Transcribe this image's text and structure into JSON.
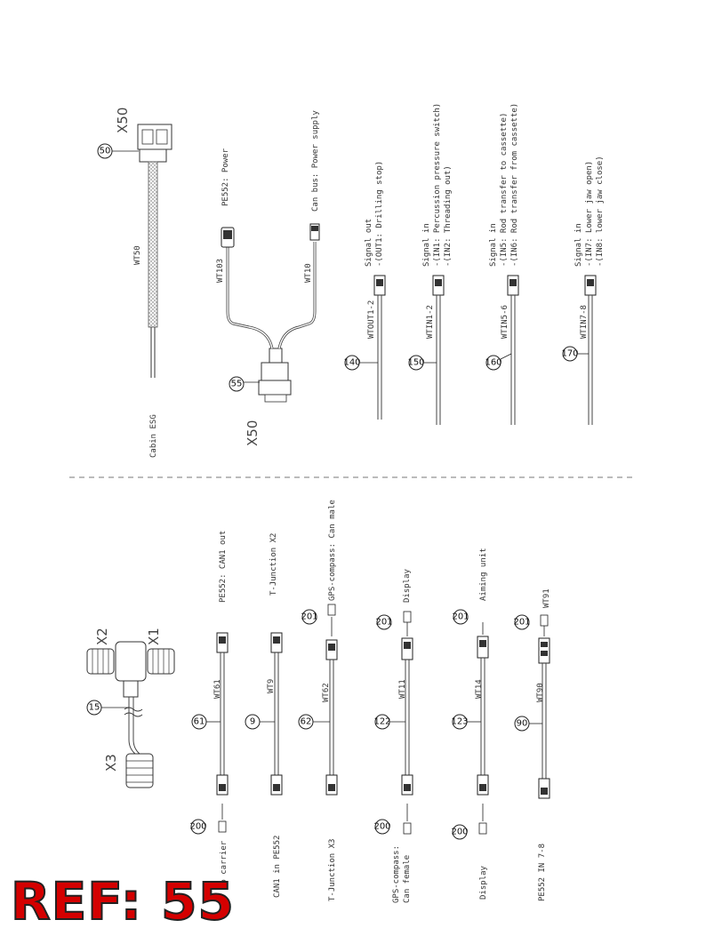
{
  "ref_label": "REF: 55",
  "top": {
    "cabin": {
      "num": "50",
      "connector": "X50",
      "cable": "WT50",
      "desc": "Cabin ESG"
    },
    "harness": {
      "num": "55",
      "connector": "X50",
      "branch1": "WT103",
      "branch1_desc": "PE552: Power",
      "branch2": "WT10",
      "branch2_desc": "Can bus: Power supply"
    },
    "signals": [
      {
        "num": "140",
        "code": "WTOUT1-2",
        "lines": [
          "Signal out",
          "-(OUT1: Drilling stop)"
        ]
      },
      {
        "num": "150",
        "code": "WTIN1-2",
        "lines": [
          "Signal in",
          "-(IN1: Percussion pressure switch)",
          "-(IN2: Threading out)"
        ]
      },
      {
        "num": "160",
        "code": "WTIN5-6",
        "lines": [
          "Signal in",
          "-(IN5: Rod transfer to cassette)",
          "-(IN6: Rod transfer from cassette)"
        ]
      },
      {
        "num": "170",
        "code": "WTIN7-8",
        "lines": [
          "Signal in",
          "-(IN7: Lower jaw open)",
          "-(IN8: lower jaw close)"
        ]
      }
    ]
  },
  "bottom": {
    "tjunction": {
      "num": "15",
      "x1": "X1",
      "x2": "X2",
      "x3": "X3"
    },
    "cables": [
      {
        "num": "61",
        "code": "WT61",
        "left": "To carrier",
        "left_num": "200",
        "right": "PE552: CAN1 out"
      },
      {
        "num": "9",
        "code": "WT9",
        "left": "CAN1 in PE552",
        "right": "T-Junction X2"
      },
      {
        "num": "62",
        "code": "WT62",
        "left": "T-Junction X3",
        "right_num": "201",
        "right": "GPS-compass: Can male"
      },
      {
        "num": "122",
        "code": "WT11",
        "left_num": "200",
        "left": "GPS-compass:",
        "left2": "Can female",
        "right_num": "201",
        "right": "Display"
      },
      {
        "num": "123",
        "code": "WT14",
        "left_num": "200",
        "left": "Display",
        "right_num": "201",
        "right": "Aiming unit"
      },
      {
        "num": "90",
        "code": "WT90",
        "code2": "WT91",
        "left": "PE552 IN 7-8",
        "right_num": "201"
      }
    ]
  }
}
